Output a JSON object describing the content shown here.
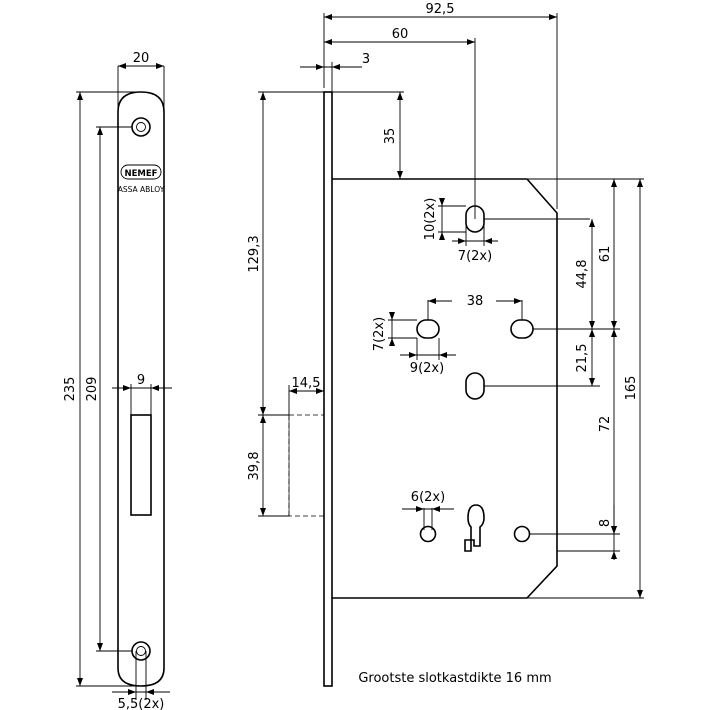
{
  "drawing": {
    "caption": "Grootste slotkastdikte 16 mm",
    "logo": {
      "brand": "NEMEF",
      "group": "ASSA ABLOY"
    },
    "dimensions": {
      "faceplate_width": "20",
      "faceplate_length": "235",
      "screw_spacing": "209",
      "strike_width": "9",
      "screw_hole": "5,5(2x)",
      "total_depth": "92,5",
      "backset": "60",
      "faceplate_thickness": "3",
      "top_offset": "35",
      "latch_height": "129,3",
      "latch_projection": "14,5",
      "latch_length": "39,8",
      "upper_slot_height": "10(2x)",
      "upper_slot_width": "7(2x)",
      "hole_spacing": "38",
      "mid_slot_height": "7(2x)",
      "mid_slot_width": "9(2x)",
      "dim_44_8": "44,8",
      "dim_61": "61",
      "dim_21_5": "21,5",
      "dim_72": "72",
      "case_height": "165",
      "lower_hole": "6(2x)",
      "dim_8": "8"
    }
  }
}
